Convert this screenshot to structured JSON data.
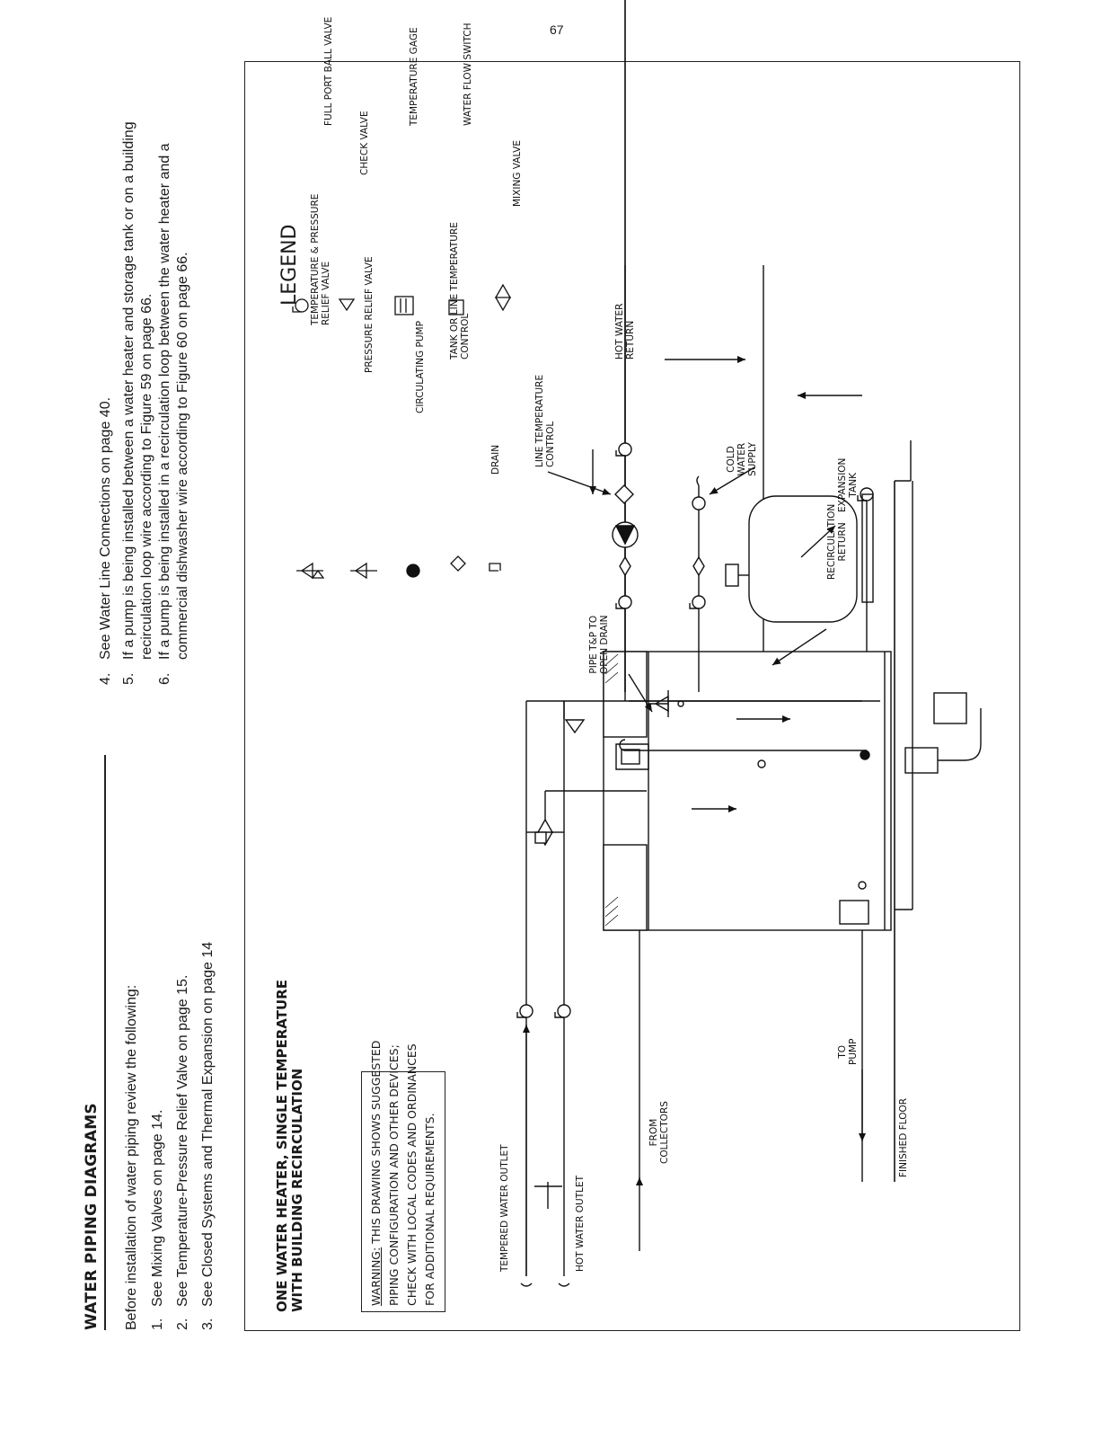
{
  "section": {
    "title": "WATER PIPING DIAGRAMS",
    "intro": "Before installation of water piping review the following:",
    "items_left": [
      {
        "num": "1.",
        "text": "See Mixing Valves on page 14."
      },
      {
        "num": "2.",
        "text": "See Temperature-Pressure Relief Valve on page 15."
      },
      {
        "num": "3.",
        "text": "See Closed Systems and Thermal Expansion on page 14"
      }
    ],
    "items_right": [
      {
        "num": "4.",
        "lines": [
          "See Water Line Connections on page 40."
        ]
      },
      {
        "num": "5.",
        "lines": [
          "If a pump is being installed between a water heater and storage tank or on a building",
          "recirculation loop wire according to Figure 59 on page 66."
        ]
      },
      {
        "num": "6.",
        "lines": [
          "If a pump is being installed in a recirculation loop between the water heater and a",
          "commercial dishwasher wire according to Figure 60 on page 66."
        ]
      }
    ]
  },
  "figure": {
    "title": [
      "ONE WATER HEATER, SINGLE TEMPERATURE",
      "WITH BUILDING RECIRCULATION"
    ],
    "warning": {
      "label": "WARNING:",
      "lines": [
        " THIS DRAWING SHOWS SUGGESTED",
        "PIPING CONFIGURATION AND OTHER DEVICES;",
        "CHECK WITH LOCAL CODES AND ORDINANCES",
        "FOR ADDITIONAL REQUIREMENTS."
      ]
    },
    "legend": {
      "title": "LEGEND",
      "left": [
        "TEMPERATURE & PRESSURE\nRELIEF VALVE",
        "PRESSURE RELIEF VALVE",
        "CIRCULATING PUMP",
        "TANK OR LINE TEMPERATURE\nCONTROL",
        "DRAIN"
      ],
      "right": [
        "FULL PORT BALL VALVE",
        "CHECK VALVE",
        "TEMPERATURE GAGE",
        "WATER FLOW SWITCH",
        "MIXING VALVE"
      ]
    },
    "labels": {
      "tempered_outlet": "TEMPERED WATER OUTLET",
      "hot_outlet": "HOT WATER OUTLET",
      "from_collectors": "FROM\nCOLLECTORS",
      "to_pump": "TO\nPUMP",
      "finished_floor": "FINISHED FLOOR",
      "pipe_tp": "PIPE T&P TO\nOPEN DRAIN",
      "recirc_return": "RECIRCULATION\nRETURN",
      "line_temp_control": "LINE TEMPERATURE\nCONTROL",
      "hot_water_return": "HOT WATER\nRETURN",
      "cold_water_supply": "COLD\nWATER\nSUPPLY",
      "expansion_tank": "EXPANSION\nTANK"
    }
  },
  "page_number": "67"
}
